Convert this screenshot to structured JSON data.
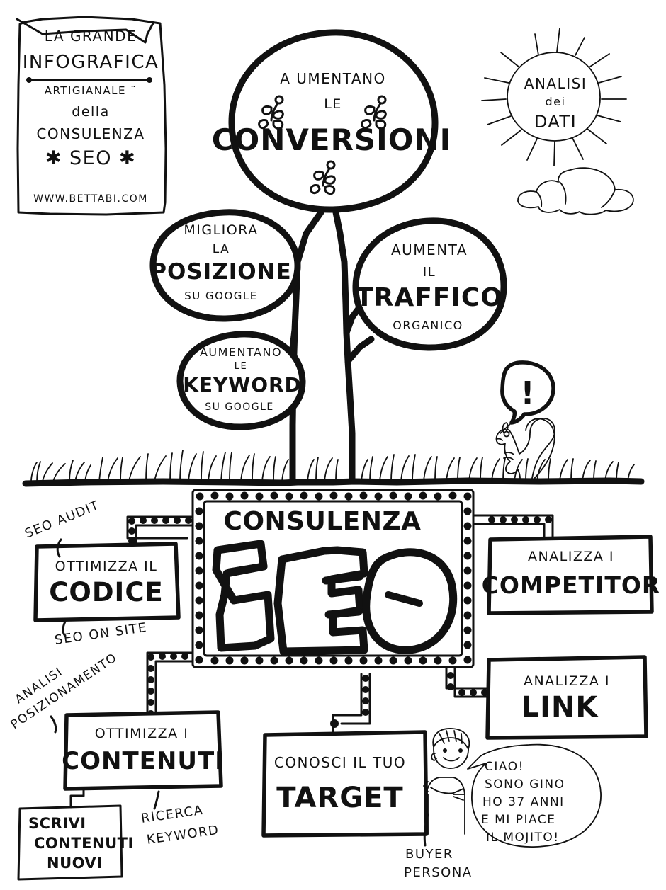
{
  "meta": {
    "title": "La grande infografica artigianale della consulenza SEO",
    "ink_color": "#111111",
    "paper_color": "#ffffff"
  },
  "title_card": {
    "name": "title-card",
    "line1": "LA GRANDE",
    "line2": "INFOGRAFICA",
    "line3": "ARTIGIANALE ¨",
    "line4": "della",
    "line5": "CONSULENZA",
    "line6": "✱ SEO ✱",
    "url": "WWW.BETTABI.COM"
  },
  "sun": {
    "name": "sun-analisi-dati",
    "line1": "ANALISI",
    "line2": "dei",
    "line3": "DATI",
    "rays": 16
  },
  "cloud": {
    "name": "cloud"
  },
  "squirrel": {
    "name": "squirrel",
    "bubble_text": "!"
  },
  "tree": {
    "name": "seo-tree",
    "ground_label": "ground-line",
    "balloons": [
      {
        "id": "conversioni",
        "name": "balloon-conversioni",
        "small_top": "A UMENTANO",
        "small_mid": "LE",
        "big": "CONVERSIONI",
        "small_bottom": ""
      },
      {
        "id": "posizione",
        "name": "balloon-posizione",
        "small_top": "MIGLIORA",
        "small_mid": "LA",
        "big": "POSIZIONE",
        "small_bottom": "SU GOOGLE"
      },
      {
        "id": "traffico",
        "name": "balloon-traffico",
        "small_top": "AUMENTA",
        "small_mid": "IL",
        "big": "TRAFFICO",
        "small_bottom": "ORGANICO"
      },
      {
        "id": "keyword",
        "name": "balloon-keyword",
        "small_top": "AUMENTANO",
        "small_mid": "LE",
        "big": "KEYWORD",
        "small_bottom": "SU GOOGLE"
      }
    ]
  },
  "core": {
    "name": "consulenza-seo-box",
    "heading": "CONSULENZA",
    "logo_text": "SEO"
  },
  "root_boxes": [
    {
      "id": "codice",
      "name": "box-ottimizza-codice",
      "small": "OTTIMIZZA IL",
      "big": "CODICE"
    },
    {
      "id": "competitor",
      "name": "box-analizza-competitor",
      "small": "ANALIZZA I",
      "big": "COMPETITOR"
    },
    {
      "id": "link",
      "name": "box-analizza-link",
      "small": "ANALIZZA I",
      "big": "LINK"
    },
    {
      "id": "contenuti",
      "name": "box-ottimizza-contenuti",
      "small": "OTTIMIZZA I",
      "big": "CONTENUTI"
    },
    {
      "id": "target",
      "name": "box-conosci-target",
      "small": "CONOSCI IL TUO",
      "big": "TARGET"
    }
  ],
  "scrivi_box": {
    "name": "box-scrivi-contenuti-nuovi",
    "line1": "SCRIVI",
    "line2": "CONTENUTI",
    "line3": "NUOVI"
  },
  "annotations": [
    {
      "id": "seo-audit",
      "name": "annotation-seo-audit",
      "text": "SEO AUDIT"
    },
    {
      "id": "seo-on-site",
      "name": "annotation-seo-on-site",
      "text": "SEO ON SITE"
    },
    {
      "id": "analisi",
      "name": "annotation-analisi-posizionamento",
      "line1": "ANALISI",
      "line2": "POSIZIONAMENTO"
    },
    {
      "id": "ricerca",
      "name": "annotation-ricerca-keyword",
      "line1": "RICERCA",
      "line2": "KEYWORD"
    },
    {
      "id": "buyer",
      "name": "annotation-buyer-persona",
      "line1": "BUYER",
      "line2": "PERSONA"
    }
  ],
  "persona": {
    "name": "buyer-persona-character",
    "bubble": {
      "name": "persona-speech-bubble",
      "line1": "CIAO!",
      "line2": "SONO GINO",
      "line3": "HO 37 ANNI",
      "line4": "E MI PIACE",
      "line5": "IL MOJITO!"
    }
  }
}
